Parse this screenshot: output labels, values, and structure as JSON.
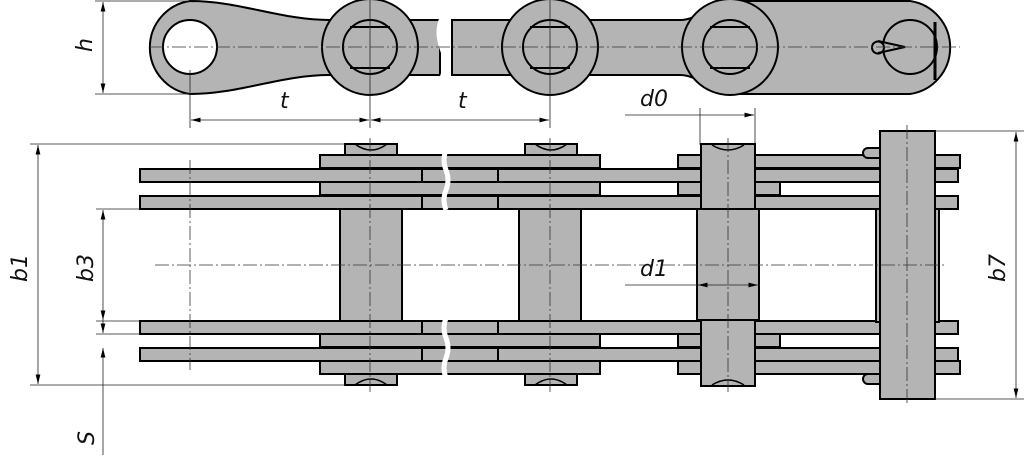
{
  "title": "Roller chain dimensions drawing",
  "colors": {
    "part_fill": "#b4b4b4",
    "outline": "#000000"
  },
  "labels": {
    "h": "h",
    "t1": "t",
    "t2": "t",
    "d0": "d0",
    "b1": "b1",
    "b3": "b3",
    "d1": "d1",
    "b7": "b7",
    "s": "S"
  }
}
